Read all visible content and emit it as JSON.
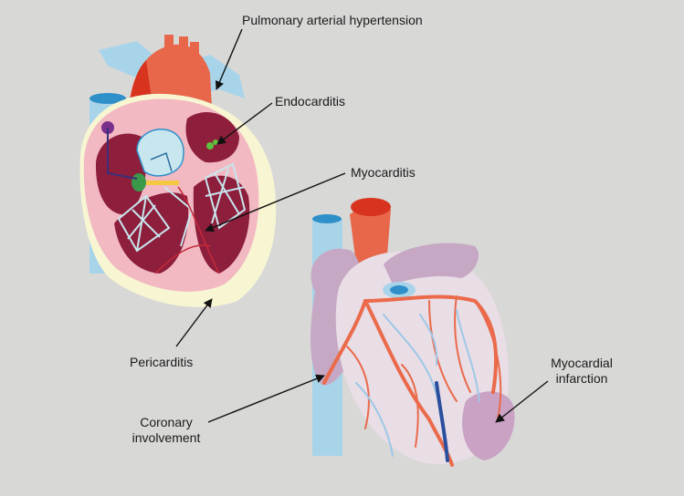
{
  "labels": {
    "pulmonary_hypertension": "Pulmonary arterial hypertension",
    "endocarditis": "Endocarditis",
    "myocarditis": "Myocarditis",
    "pericarditis": "Pericarditis",
    "coronary_line1": "Coronary",
    "coronary_line2": "involvement",
    "mi_line1": "Myocardial",
    "mi_line2": "infarction"
  },
  "colors": {
    "background": "#d8d8d7",
    "aorta": "#e8674a",
    "aorta_dark": "#d7331f",
    "vessel_blue": "#a8d4ea",
    "pericardium": "#f8f6d2",
    "myocardium": "#f2b9c2",
    "chamber": "#8e1f3c",
    "heart_surface": "#e9dde6",
    "atrium": "#c6a8c4",
    "coronary_artery": "#ea6a4a",
    "coronary_vein": "#9ec8e6",
    "infarct": "#c9a2c4"
  }
}
